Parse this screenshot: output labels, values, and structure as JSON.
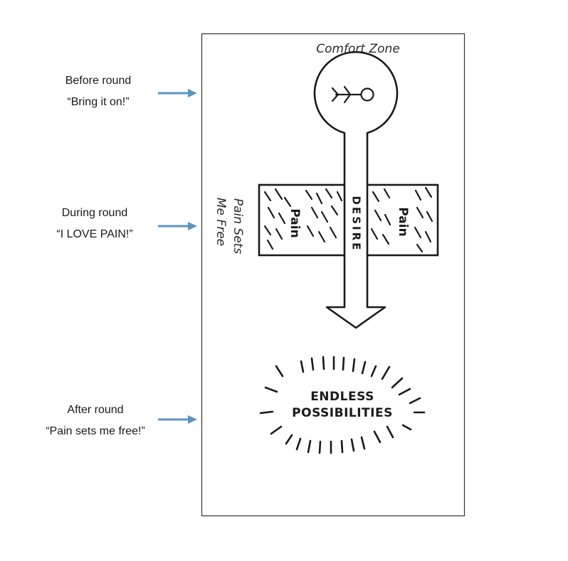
{
  "annotations": {
    "before": {
      "stage": "Before round",
      "quote": "“Bring it on!”"
    },
    "during": {
      "stage": "During round",
      "quote": "“I LOVE PAIN!”"
    },
    "after": {
      "stage": "After round",
      "quote": "“Pain sets me free!”"
    }
  },
  "diagram": {
    "comfort_zone": "Comfort Zone",
    "desire": "DESIRE",
    "pain_left": "Pain",
    "pain_right": "Pain",
    "side_note_line1": "Pain Sets",
    "side_note_line2": "Me Free",
    "endless_line1": "ENDLESS",
    "endless_line2": "POSSIBILITIES"
  },
  "icons": {
    "arrows": "arrow-right-icon",
    "figure": "stick-figure-icon"
  },
  "colors": {
    "arrow": "#5b93c5",
    "ink": "#1a1a1a",
    "frame": "#333333",
    "background": "#ffffff"
  }
}
